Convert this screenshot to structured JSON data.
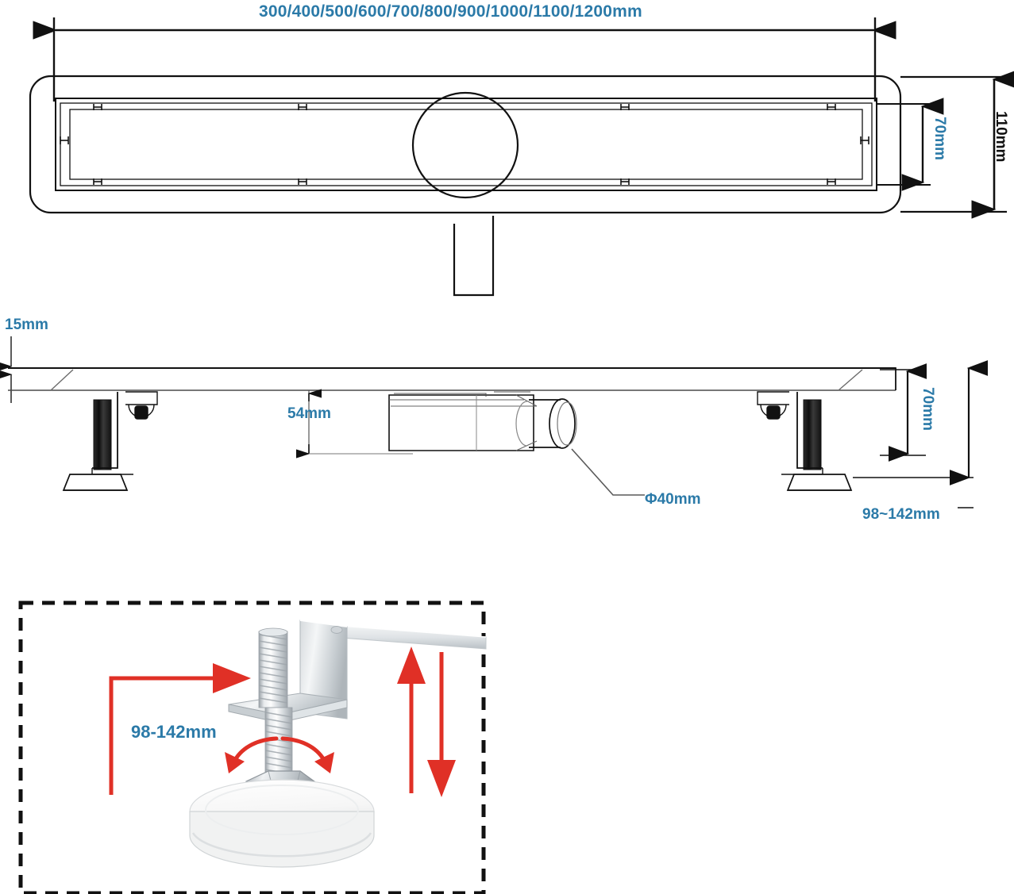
{
  "drawing": {
    "title_label": "300/400/500/600/700/800/900/1000/1100/1200mm",
    "colors": {
      "dimension_blue": "#2b7aa8",
      "line_black": "#111111",
      "accent_red": "#e03026",
      "metal_light": "#e9ecee",
      "metal_mid": "#c3c9cd",
      "metal_dark": "#8d949a",
      "base_white": "#fbfbfb",
      "background": "#ffffff"
    },
    "views": {
      "top_view": {
        "name": "top-plan-view",
        "length_label": "300/400/500/600/700/800/900/1000/1100/1200mm",
        "inner_width_label": "70mm",
        "outer_width_label": "110mm"
      },
      "side_view": {
        "name": "side-section-view",
        "flange_thickness_label": "15mm",
        "channel_depth_label": "54mm",
        "body_height_label": "70mm",
        "outlet_diameter_label": "Φ40mm",
        "adjustable_height_label": "98~142mm"
      },
      "detail_view": {
        "name": "adjustable-foot-detail",
        "adjust_range_label": "98-142mm",
        "border_style": "dashed"
      }
    },
    "labels": [
      {
        "id": "length",
        "text": "300/400/500/600/700/800/900/1000/1100/1200mm",
        "color": "blue"
      },
      {
        "id": "inner-width",
        "text": "70mm",
        "color": "blue"
      },
      {
        "id": "outer-width",
        "text": "110mm",
        "color": "black"
      },
      {
        "id": "flange",
        "text": "15mm",
        "color": "blue"
      },
      {
        "id": "channel-depth",
        "text": "54mm",
        "color": "blue"
      },
      {
        "id": "outlet-dia",
        "text": "Φ40mm",
        "color": "blue"
      },
      {
        "id": "body-height",
        "text": "70mm",
        "color": "blue"
      },
      {
        "id": "foot-range",
        "text": "98~142mm",
        "color": "blue"
      },
      {
        "id": "detail-range",
        "text": "98-142mm",
        "color": "blue"
      }
    ]
  }
}
